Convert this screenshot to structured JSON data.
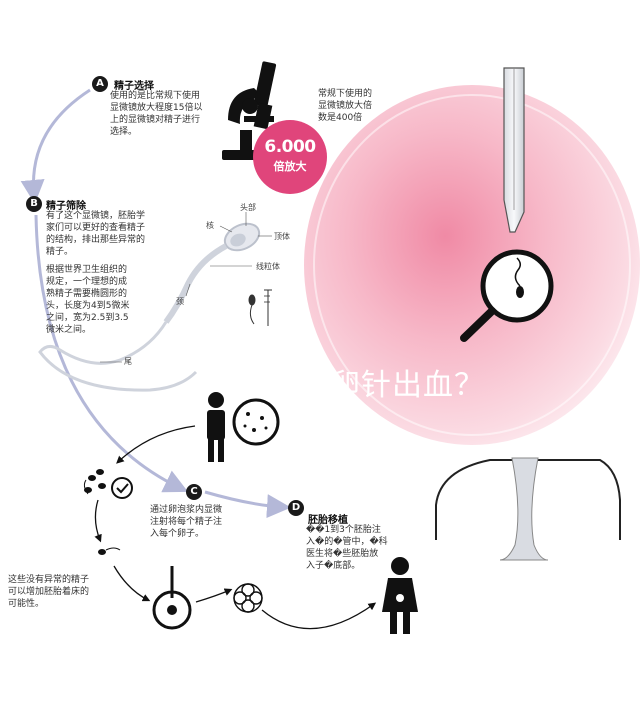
{
  "steps": {
    "a": {
      "badge": "A",
      "title": "精子选择",
      "lines": [
        "使用的是比常规下使用",
        "显微镜放大程度15倍以",
        "上的显微镜对精子进行",
        "选择。"
      ]
    },
    "b": {
      "badge": "B",
      "title": "精子筛除",
      "lines": [
        "有了这个显微镜，胚胎学",
        "家们可以更好的查看精子",
        "的结构，排出那些异常的",
        "精子。"
      ],
      "lines2": [
        "根据世界卫生组织的",
        "规定，一个理想的成",
        "熟精子需要椭圆形的",
        "头，长度为4到5微米",
        "之间，宽为2.5到3.5",
        "微米之间。"
      ]
    },
    "c": {
      "badge": "C",
      "lines": [
        "通过卵泡浆内显微",
        "注射将每个精子注",
        "入每个卵子。"
      ]
    },
    "d": {
      "badge": "D",
      "title": "胚胎移植",
      "lines": [
        "��1到3个胚胎注",
        "入�的�管中，�科",
        "医生将�些胚胎放",
        "入子�底部。"
      ]
    }
  },
  "microscope_note": [
    "常规下使用的",
    "显微镜放大倍",
    "数是400倍"
  ],
  "magnification": {
    "number": "6.000",
    "label": "倍放大"
  },
  "sperm_labels": {
    "head": "头部",
    "nucleus": "核",
    "acrosome": "顶体",
    "mitochondria": "线粒体",
    "neck": "颈",
    "tail": "尾"
  },
  "abnormal_note": [
    "这些没有异常的精子",
    "可以增加胚胎着床的",
    "可能性。"
  ],
  "overlay_text": "卵针出血？",
  "colors": {
    "accent_pink": "#e0457b",
    "arrow_blue": "#b4b8d8",
    "egg_pink": "#f7c6d2"
  }
}
